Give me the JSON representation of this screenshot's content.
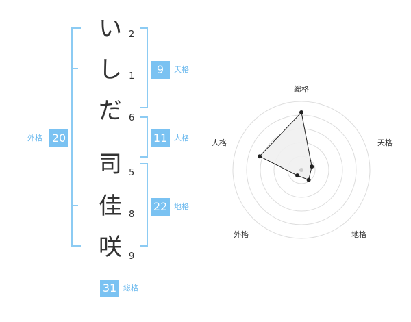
{
  "name_chars": [
    {
      "char": "い",
      "strokes": "2"
    },
    {
      "char": "し",
      "strokes": "1"
    },
    {
      "char": "だ",
      "strokes": "6"
    },
    {
      "char": "司",
      "strokes": "5"
    },
    {
      "char": "佳",
      "strokes": "8"
    },
    {
      "char": "咲",
      "strokes": "9"
    }
  ],
  "fortune": {
    "tenkaku": {
      "value": "9",
      "label": "天格"
    },
    "jinkaku": {
      "value": "11",
      "label": "人格"
    },
    "chikaku": {
      "value": "22",
      "label": "地格"
    },
    "gaikaku": {
      "value": "20",
      "label": "外格"
    },
    "soukaku": {
      "value": "31",
      "label": "総格"
    }
  },
  "colors": {
    "bracket": "#8ccbf3",
    "badge": "#7ac2f2",
    "badge_label": "#6bb9ee",
    "radar_fill": "#efefef",
    "radar_line": "#222222"
  },
  "radar": {
    "axes": [
      "総格",
      "天格",
      "地格",
      "外格",
      "人格"
    ],
    "max": 5,
    "rings": 5,
    "values": [
      4.2,
      0.8,
      0.9,
      0.5,
      3.2
    ]
  }
}
